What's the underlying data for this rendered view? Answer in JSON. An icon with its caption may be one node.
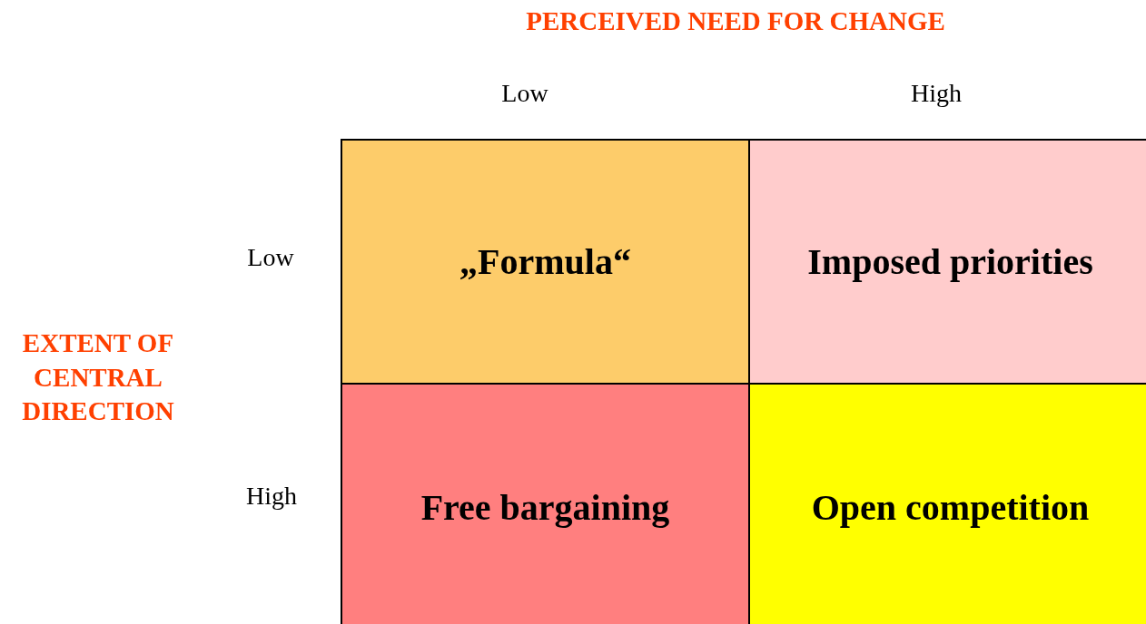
{
  "diagram": {
    "nodes": [
      {
        "text": [
          "„Formula“"
        ]
      },
      {
        "text": [
          "Imposed priorities"
        ]
      },
      {
        "text": [
          "Free bargaining"
        ]
      },
      {
        "text": [
          "Open competition"
        ]
      }
    ],
    "labels": [
      "PERCEIVED NEED FOR CHANGE",
      "Low",
      "High",
      "Low",
      "EXTENT OF CENTRAL DIRECTION",
      "High"
    ]
  }
}
